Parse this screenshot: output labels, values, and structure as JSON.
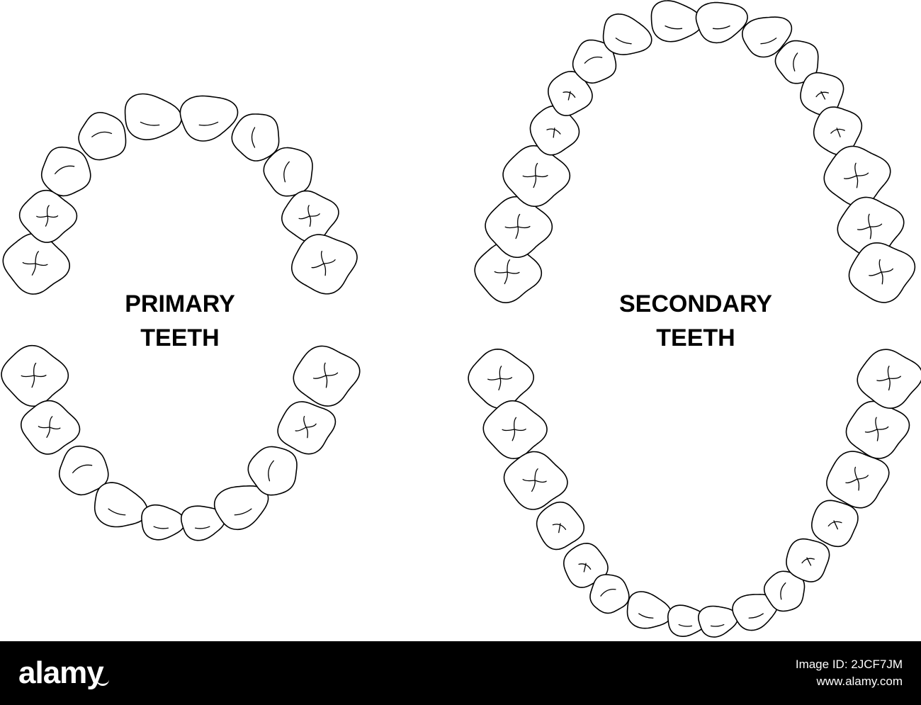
{
  "diagram": {
    "primary_label": [
      "PRIMARY",
      "TEETH"
    ],
    "secondary_label": [
      "SECONDARY",
      "TEETH"
    ],
    "primary_counts": {
      "upper": 10,
      "lower": 10
    },
    "secondary_counts": {
      "upper": 16,
      "lower": 16
    },
    "stroke_color": "#000000",
    "fill_color": "#ffffff"
  },
  "footer": {
    "brand": "alamy",
    "image_id": "Image ID: 2JCF7JM",
    "site": "www.alamy.com",
    "background": "#000000"
  }
}
